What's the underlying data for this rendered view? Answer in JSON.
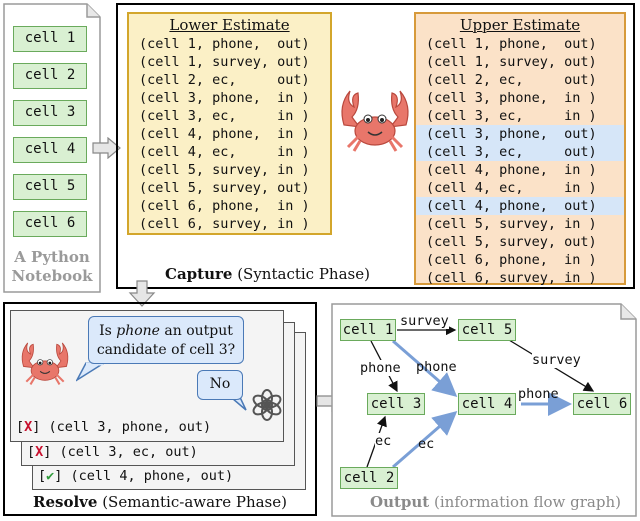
{
  "notebook": {
    "cells": [
      "cell 1",
      "cell 2",
      "cell 3",
      "cell 4",
      "cell 5",
      "cell 6"
    ],
    "title_line1": "A Python",
    "title_line2": "Notebook"
  },
  "capture": {
    "label_bold": "Capture",
    "label_rest": " (Syntactic Phase)",
    "lower": {
      "title": "Lower Estimate",
      "tuples": [
        "(cell 1, phone,  out)",
        "(cell 1, survey, out)",
        "(cell 2, ec,     out)",
        "(cell 3, phone,  in )",
        "(cell 3, ec,     in )",
        "(cell 4, phone,  in )",
        "(cell 4, ec,     in )",
        "(cell 5, survey, in )",
        "(cell 5, survey, out)",
        "(cell 6, phone,  in )",
        "(cell 6, survey, in )"
      ]
    },
    "upper": {
      "title": "Upper Estimate",
      "tuples": [
        {
          "text": "(cell 1, phone,  out)",
          "highlight": false
        },
        {
          "text": "(cell 1, survey, out)",
          "highlight": false
        },
        {
          "text": "(cell 2, ec,     out)",
          "highlight": false
        },
        {
          "text": "(cell 3, phone,  in )",
          "highlight": false
        },
        {
          "text": "(cell 3, ec,     in )",
          "highlight": false
        },
        {
          "text": "(cell 3, phone,  out)",
          "highlight": true
        },
        {
          "text": "(cell 3, ec,     out)",
          "highlight": true
        },
        {
          "text": "(cell 4, phone,  in )",
          "highlight": false
        },
        {
          "text": "(cell 4, ec,     in )",
          "highlight": false
        },
        {
          "text": "(cell 4, phone,  out)",
          "highlight": true
        },
        {
          "text": "(cell 5, survey, in )",
          "highlight": false
        },
        {
          "text": "(cell 5, survey, out)",
          "highlight": false
        },
        {
          "text": "(cell 6, phone,  in )",
          "highlight": false
        },
        {
          "text": "(cell 6, survey, in )",
          "highlight": false
        }
      ]
    }
  },
  "resolve": {
    "label_bold": "Resolve",
    "label_rest": " (Semantic-aware Phase)",
    "question_pre": "Is ",
    "question_em": "phone",
    "question_post": " an output",
    "question_line2": "candidate of cell 3?",
    "answer": "No",
    "rows": [
      {
        "mark": "X",
        "text": "(cell 3, phone, out)"
      },
      {
        "mark": "X",
        "text": "(cell 3, ec, out)"
      },
      {
        "mark": "✔",
        "text": "(cell 4, phone, out)"
      }
    ]
  },
  "output": {
    "label_bold": "Output",
    "label_rest": " (information flow graph)",
    "nodes": [
      "cell 1",
      "cell 5",
      "cell 3",
      "cell 4",
      "cell 6",
      "cell 2"
    ],
    "edge_labels": [
      "survey",
      "phone",
      "phone",
      "survey",
      "phone",
      "ec",
      "ec"
    ]
  },
  "colors": {
    "cell_fill": "#d9f0d2",
    "cell_border": "#6aaa5c",
    "highlight": "#d6e6f8",
    "crab": "#e8766a",
    "new_edge": "#7a9fd6"
  }
}
